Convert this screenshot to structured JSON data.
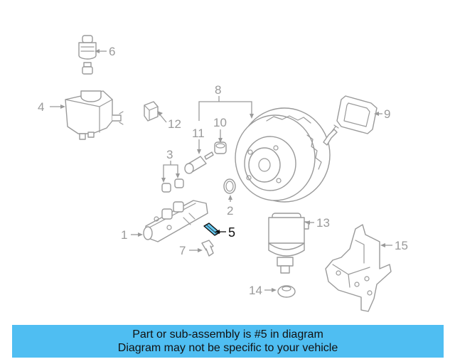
{
  "callouts": [
    {
      "id": "1",
      "text": "1",
      "highlighted": false
    },
    {
      "id": "2",
      "text": "2",
      "highlighted": false
    },
    {
      "id": "3",
      "text": "3",
      "highlighted": false
    },
    {
      "id": "4",
      "text": "4",
      "highlighted": false
    },
    {
      "id": "5",
      "text": "5",
      "highlighted": true
    },
    {
      "id": "6",
      "text": "6",
      "highlighted": false
    },
    {
      "id": "7",
      "text": "7",
      "highlighted": false
    },
    {
      "id": "8",
      "text": "8",
      "highlighted": false
    },
    {
      "id": "9",
      "text": "9",
      "highlighted": false
    },
    {
      "id": "10",
      "text": "10",
      "highlighted": false
    },
    {
      "id": "11",
      "text": "11",
      "highlighted": false
    },
    {
      "id": "12",
      "text": "12",
      "highlighted": false
    },
    {
      "id": "13",
      "text": "13",
      "highlighted": false
    },
    {
      "id": "14",
      "text": "14",
      "highlighted": false
    },
    {
      "id": "15",
      "text": "15",
      "highlighted": false
    }
  ],
  "banner": {
    "line1": "Part or sub-assembly is #5 in diagram",
    "line2": "Diagram may not be specific to your vehicle",
    "background": "#4fbef2"
  },
  "colors": {
    "line_art": "#9a9a9a",
    "highlight": "#111111",
    "highlight_part_fill": "#66c8f0"
  }
}
